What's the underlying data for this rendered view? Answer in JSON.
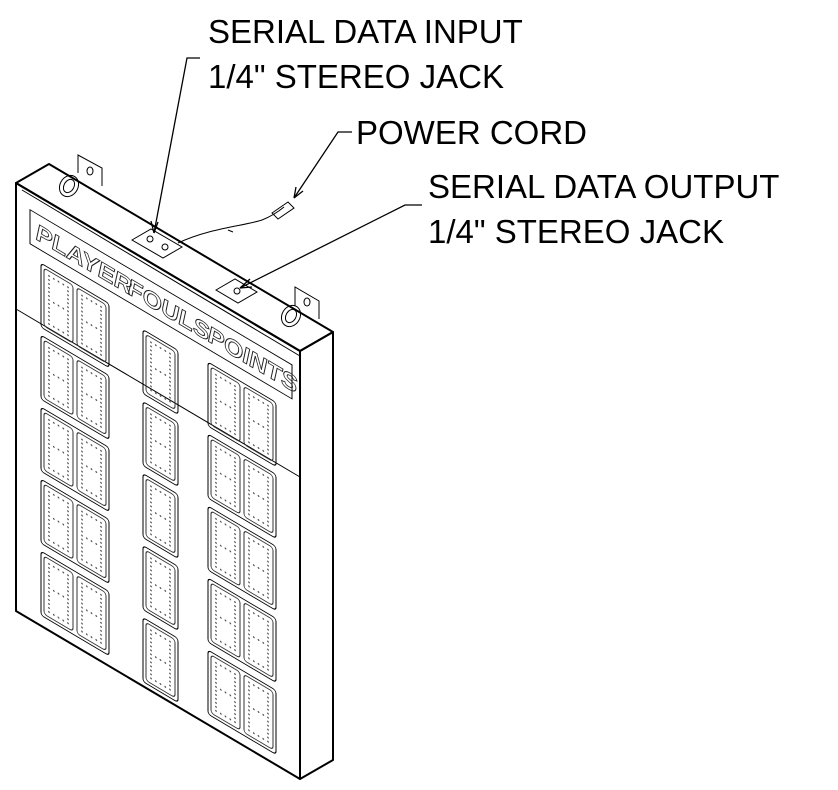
{
  "callouts": {
    "serial_input_line1": "SERIAL DATA INPUT",
    "serial_input_line2": "1/4\" STEREO JACK",
    "power_cord": "POWER CORD",
    "serial_output_line1": "SERIAL DATA OUTPUT",
    "serial_output_line2": "1/4\" STEREO JACK"
  },
  "panel_labels": {
    "player": "PLAYER",
    "fouls": "FOULS",
    "points": "POINTS"
  }
}
